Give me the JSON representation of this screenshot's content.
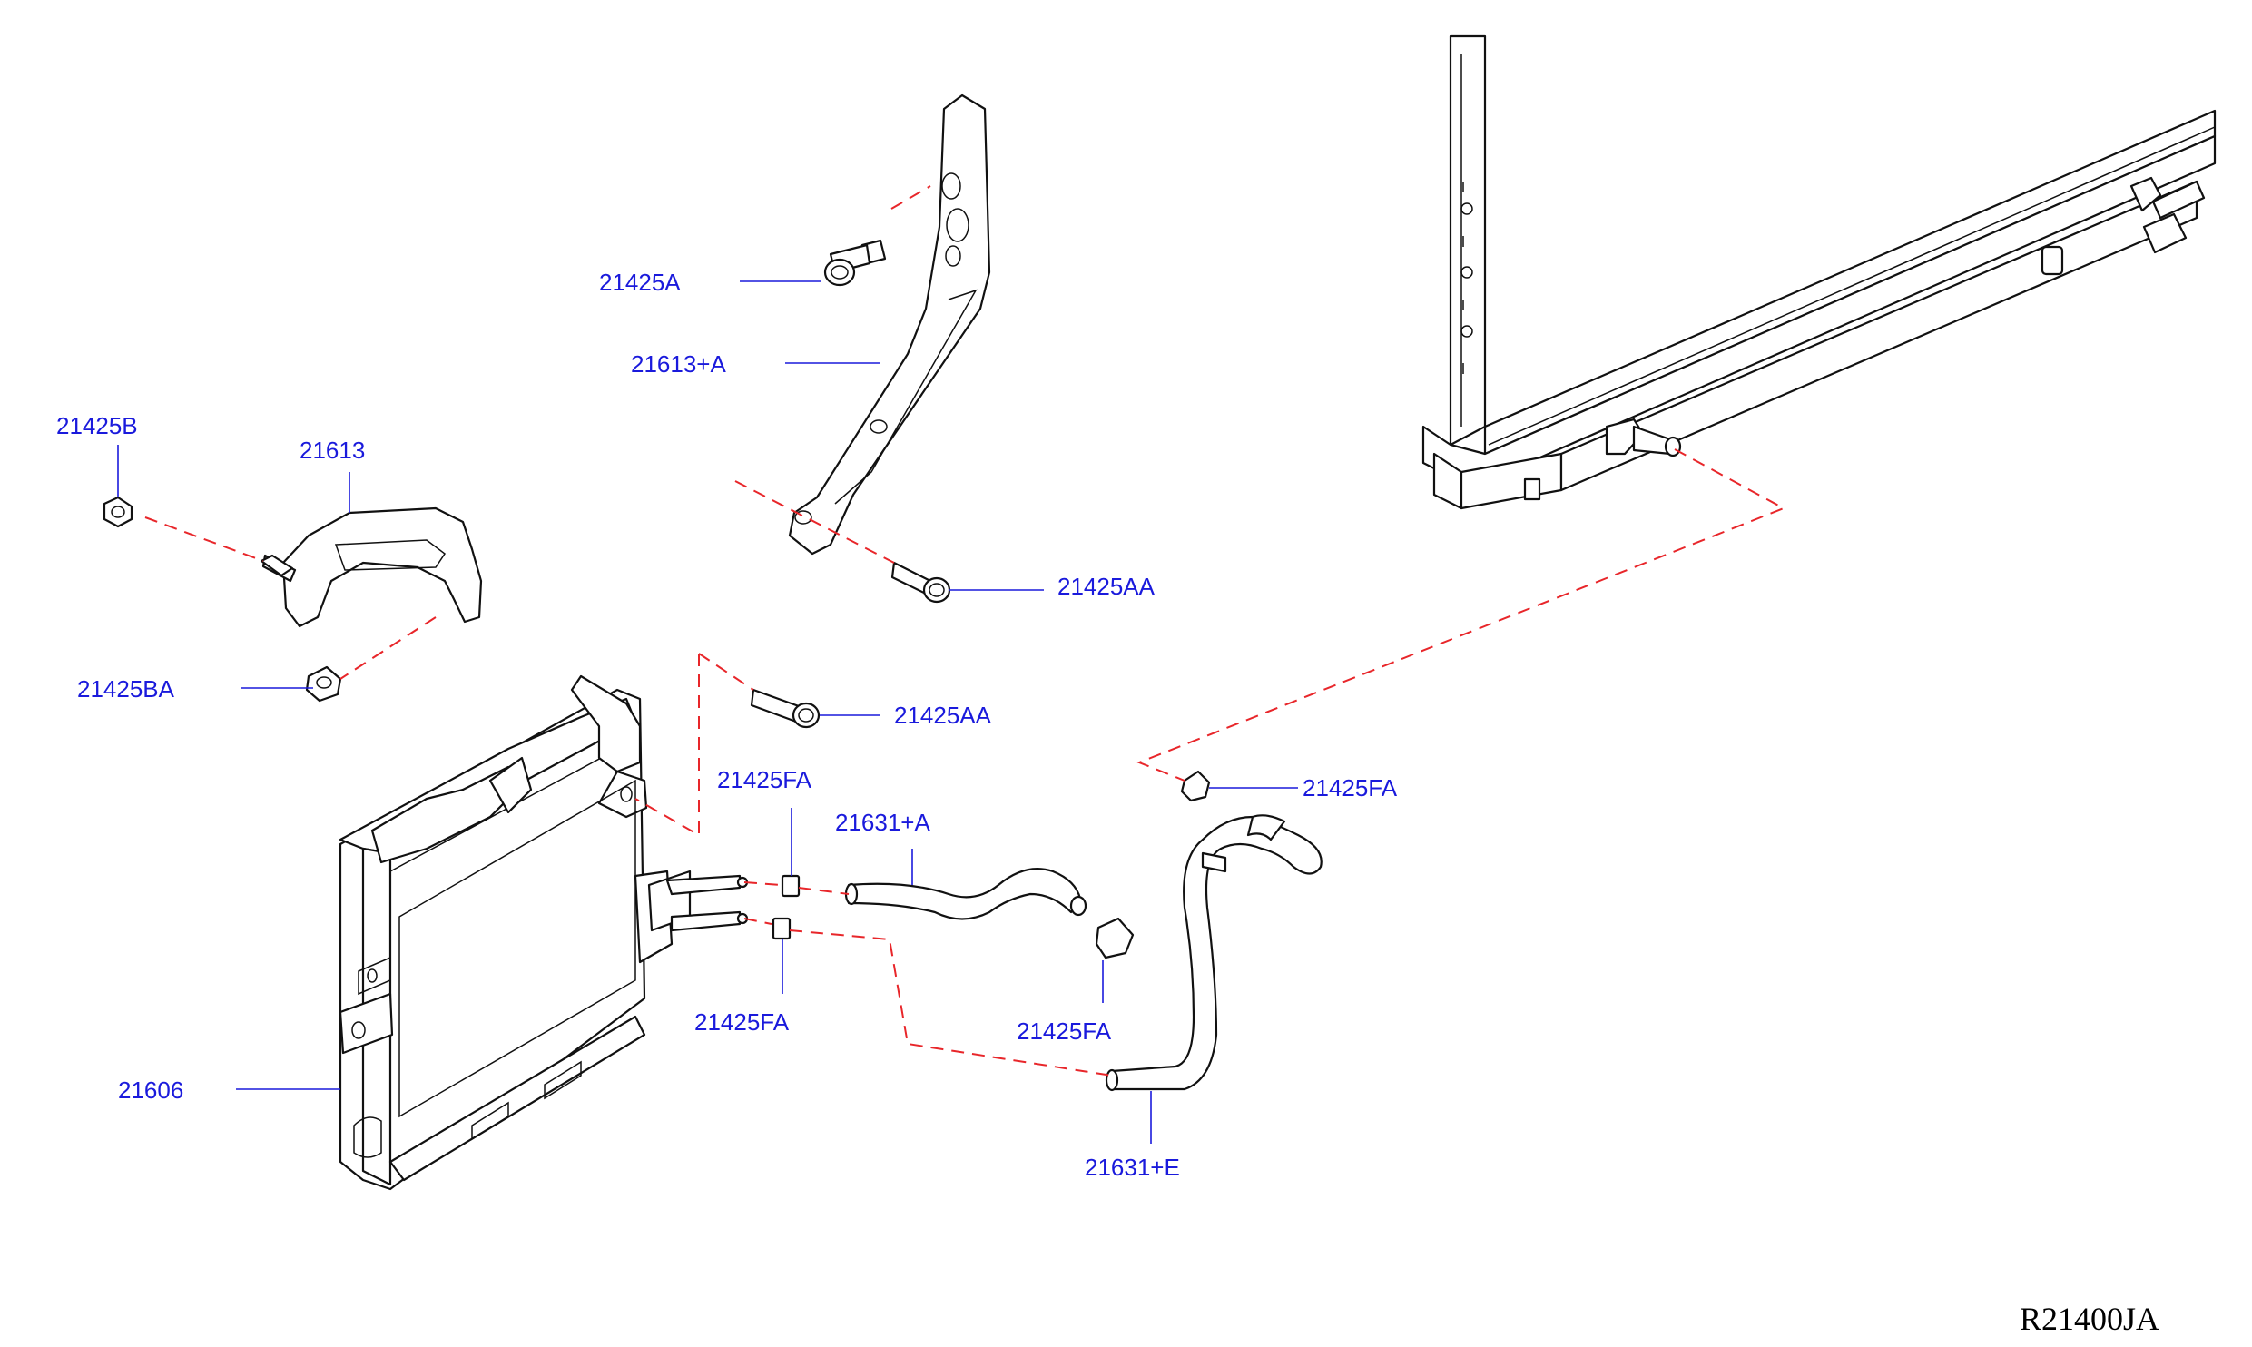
{
  "diagram": {
    "reference_code": "R21400JA",
    "colors": {
      "label": "#1a1adc",
      "leader": "#1a1adc",
      "dashed_guide": "#e8262a",
      "linework": "#111111",
      "background": "#ffffff"
    },
    "labels": {
      "p21425A": "21425A",
      "p21613A": "21613+A",
      "p21425B": "21425B",
      "p21613": "21613",
      "p21425AA_top": "21425AA",
      "p21425BA": "21425BA",
      "p21425AA_mid": "21425AA",
      "p21425FA_top_left": "21425FA",
      "p21631A": "21631+A",
      "p21425FA_top_right": "21425FA",
      "p21425FA_bottom_left": "21425FA",
      "p21425FA_bottom_right": "21425FA",
      "p21606": "21606",
      "p21631E": "21631+E"
    }
  }
}
